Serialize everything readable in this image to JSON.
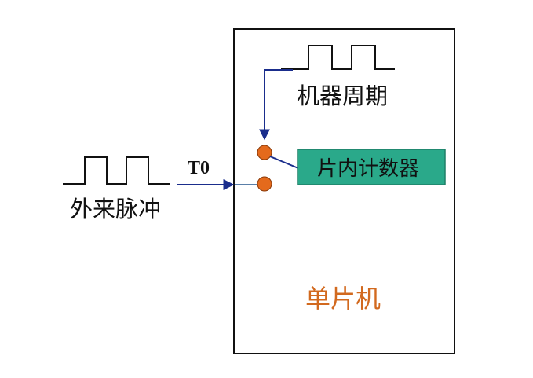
{
  "diagram": {
    "chip_label": "单片机",
    "machine_cycle_label": "机器周期",
    "counter_label": "片内计数器",
    "external_pulse_label": "外来脉冲",
    "pin_label": "T0"
  },
  "colors": {
    "chip_label": "#d2691e",
    "counter_fill": "#2aa98a",
    "counter_stroke": "#1e7f67",
    "contact_fill": "#e46a1c",
    "wire": "#1a2d8c",
    "line": "#111111"
  }
}
